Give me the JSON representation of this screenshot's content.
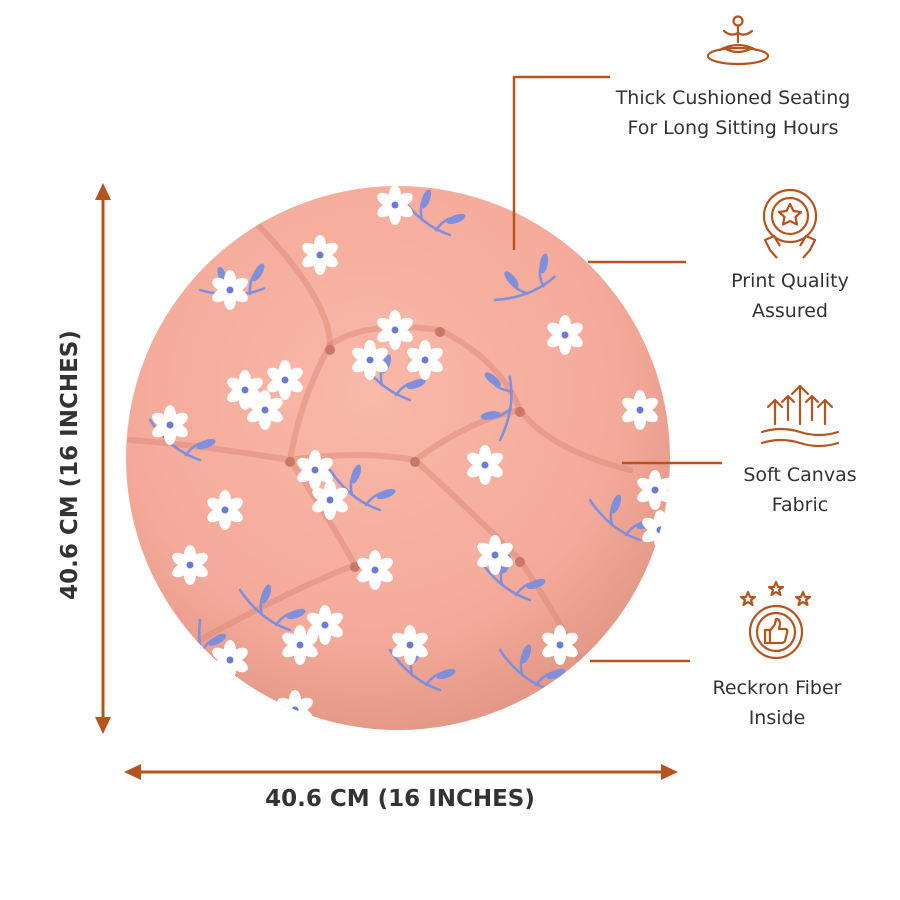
{
  "product": {
    "name": "round-floor-cushion",
    "base_color": "#f4aa9a",
    "print_color_petal": "#ffffff",
    "print_color_leaf": "#7f8fdc",
    "print_color_center": "#6b7bd1"
  },
  "dimensions": {
    "width_label": "40.6 CM (16 INCHES)",
    "height_label": "40.6 CM (16 INCHES)",
    "arrow_color": "#b5541f"
  },
  "features": [
    {
      "icon": "meditation-icon",
      "line1": "Thick Cushioned Seating",
      "line2": "For Long Sitting Hours"
    },
    {
      "icon": "quality-badge-icon",
      "line1": "Print Quality",
      "line2": "Assured"
    },
    {
      "icon": "soft-fabric-icon",
      "line1": "Soft Canvas",
      "line2": "Fabric"
    },
    {
      "icon": "thumbs-up-stars-icon",
      "line1": "Reckron Fiber",
      "line2": "Inside"
    }
  ],
  "accent_color": "#b5541f"
}
